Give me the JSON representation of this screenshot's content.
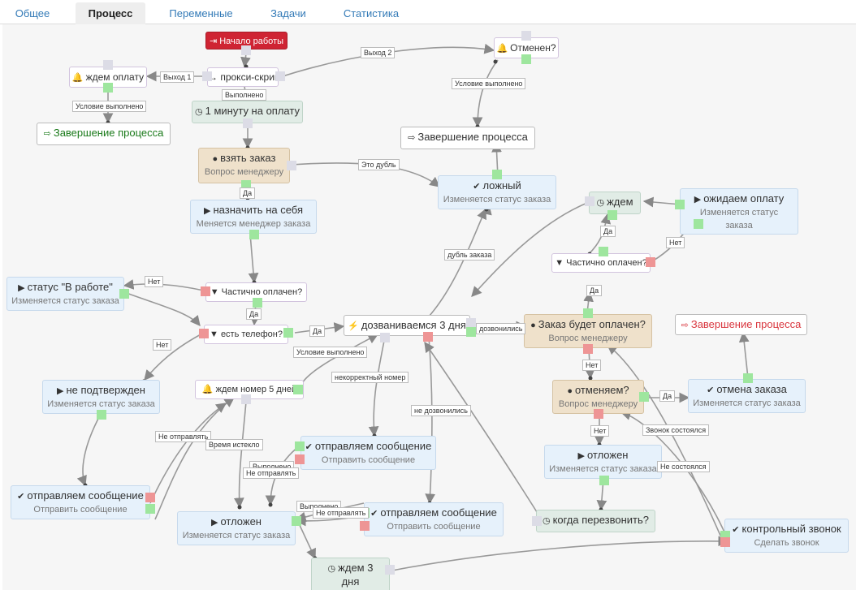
{
  "tabs": [
    "Общее",
    "Процесс",
    "Переменные",
    "Задачи",
    "Статистика"
  ],
  "active_tab": "Процесс",
  "nodes": {
    "start": {
      "title": "Начало работы",
      "icon": "sign-in-icon"
    },
    "proxy": {
      "title": "→ прокси-скрипт"
    },
    "wait_payment_bell": {
      "title": "ждем оплату",
      "icon": "bell-icon"
    },
    "cancelled_q": {
      "title": "Отменен?",
      "icon": "bell-icon"
    },
    "finish_left": {
      "title": "Завершение процесса",
      "icon": "sign-out-icon"
    },
    "one_minute": {
      "title": "1 минуту на оплату",
      "icon": "clock-icon"
    },
    "finish_mid": {
      "title": "Завершение процесса",
      "icon": "sign-out-icon"
    },
    "take_order": {
      "title": "взять заказ",
      "subtitle": "Вопрос менеджеру",
      "icon": "user-icon"
    },
    "false_node": {
      "title": "ложный",
      "subtitle": "Изменяется статус заказа",
      "icon": "check-icon"
    },
    "assign_self": {
      "title": "назначить на себя",
      "subtitle": "Меняется менеджер заказа",
      "icon": "play-icon"
    },
    "wait_clock": {
      "title": "ждем",
      "icon": "clock-icon"
    },
    "await_payment": {
      "title": "ожидаем оплату",
      "subtitle": "Изменяется статус заказа",
      "icon": "play-icon"
    },
    "status_work": {
      "title": "статус \"В работе\"",
      "subtitle": "Изменяется статус заказа",
      "icon": "play-icon"
    },
    "partial_paid_1": {
      "title": "Частично оплачен?",
      "icon": "filter-icon"
    },
    "partial_paid_2": {
      "title": "Частично оплачен?",
      "icon": "filter-icon"
    },
    "has_phone": {
      "title": "есть телефон?",
      "icon": "filter-icon"
    },
    "calling": {
      "title": "дозваниваемся 3 дня",
      "icon": "plug-icon"
    },
    "will_pay": {
      "title": "Заказ будет оплачен?",
      "subtitle": "Вопрос менеджеру",
      "icon": "user-icon"
    },
    "finish_right": {
      "title": "Завершение процесса",
      "icon": "sign-out-icon"
    },
    "not_confirmed": {
      "title": "не подтвержден",
      "subtitle": "Изменяется статус заказа",
      "icon": "play-icon"
    },
    "wait_number": {
      "title": "ждем номер 5 дней",
      "icon": "bell-icon"
    },
    "cancel_q": {
      "title": "отменяем?",
      "subtitle": "Вопрос менеджеру",
      "icon": "user-icon"
    },
    "cancel_order": {
      "title": "отмена заказа",
      "subtitle": "Изменяется статус заказа",
      "icon": "check-icon"
    },
    "send_msg_mid": {
      "title": "отправляем сообщение",
      "subtitle": "Отправить сообщение",
      "icon": "check-icon"
    },
    "postponed_right": {
      "title": "отложен",
      "subtitle": "Изменяется статус заказа",
      "icon": "play-icon"
    },
    "send_msg_left": {
      "title": "отправляем сообщение",
      "subtitle": "Отправить сообщение",
      "icon": "check-icon"
    },
    "send_msg_low": {
      "title": "отправляем сообщение",
      "subtitle": "Отправить сообщение",
      "icon": "check-icon"
    },
    "postponed_left": {
      "title": "отложен",
      "subtitle": "Изменяется статус заказа",
      "icon": "play-icon"
    },
    "when_call": {
      "title": "когда перезвонить?",
      "icon": "clock-icon"
    },
    "control_call": {
      "title": "контрольный звонок",
      "subtitle": "Сделать звонок",
      "icon": "check-icon"
    },
    "wait_3_days": {
      "title": "ждем 3 дня",
      "icon": "clock-icon"
    }
  },
  "edge_labels": {
    "exit2": "Выход 2",
    "exit1": "Выход 1",
    "cond_met_1": "Условие выполнено",
    "cond_met_2": "Условие выполнено",
    "done_1": "Выполнено",
    "duplicate": "Это дубль",
    "yes_1": "Да",
    "order_duplicate": "дубль заказа",
    "yes_2": "Да",
    "no_1": "Нет",
    "yes_3": "Да",
    "no_2": "Нет",
    "yes_4": "Да",
    "yes_5": "Да",
    "cond_met_3": "Условие выполнено",
    "reached": "дозвонились",
    "no_3": "Нет",
    "no_4": "Нет",
    "bad_number": "некорректный номер",
    "yes_6": "Да",
    "not_reached": "не дозвонились",
    "call_ok": "Звонок состоялся",
    "not_sent_1": "Не отправлять",
    "time_expired": "Время истекло",
    "no_5": "Нет",
    "done_2": "Выполнено",
    "not_sent_2": "Не отправлять",
    "not_happened": "Не состоялся",
    "done_3": "Выполнено",
    "not_sent_3": "Не отправлять"
  }
}
